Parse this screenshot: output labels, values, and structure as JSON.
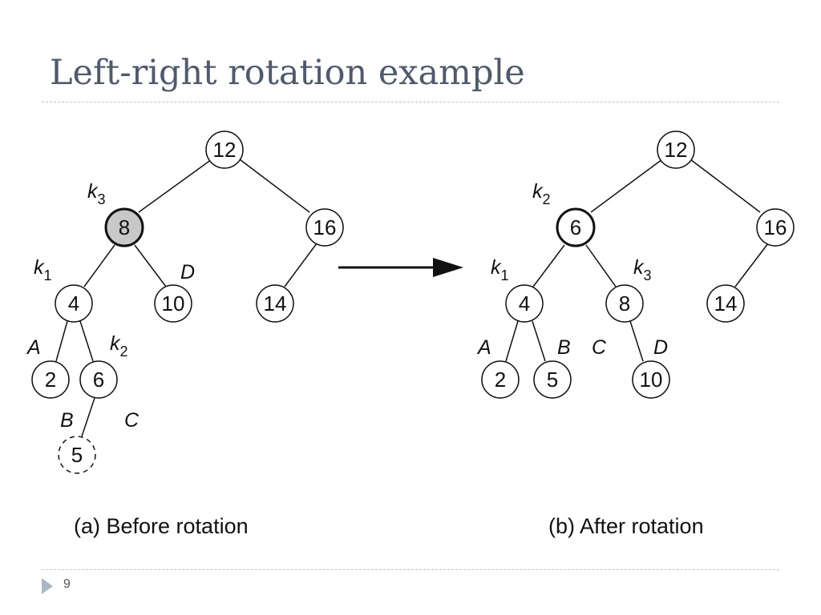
{
  "slide": {
    "title": "Left-right rotation example",
    "page_number": "9"
  },
  "diagram": {
    "arrow": "right-arrow",
    "before": {
      "caption": "(a) Before rotation",
      "nodes": [
        "12",
        "8",
        "16",
        "4",
        "10",
        "14",
        "2",
        "6",
        "5"
      ],
      "highlighted_node": "8",
      "highlight_color": "#c8c8c8",
      "inserted_node": "5",
      "labels": {
        "k3": {
          "letter": "k",
          "subscript": "3"
        },
        "k1": {
          "letter": "k",
          "subscript": "1"
        },
        "k2": {
          "letter": "k",
          "subscript": "2"
        },
        "D": "D",
        "A": "A",
        "B": "B",
        "C": "C"
      }
    },
    "after": {
      "caption": "(b) After rotation",
      "nodes": [
        "12",
        "6",
        "16",
        "4",
        "8",
        "14",
        "2",
        "5",
        "10"
      ],
      "bold_node": "6",
      "labels": {
        "k2": {
          "letter": "k",
          "subscript": "2"
        },
        "k1": {
          "letter": "k",
          "subscript": "1"
        },
        "k3": {
          "letter": "k",
          "subscript": "3"
        },
        "A": "A",
        "B": "B",
        "C": "C",
        "D": "D"
      }
    }
  }
}
